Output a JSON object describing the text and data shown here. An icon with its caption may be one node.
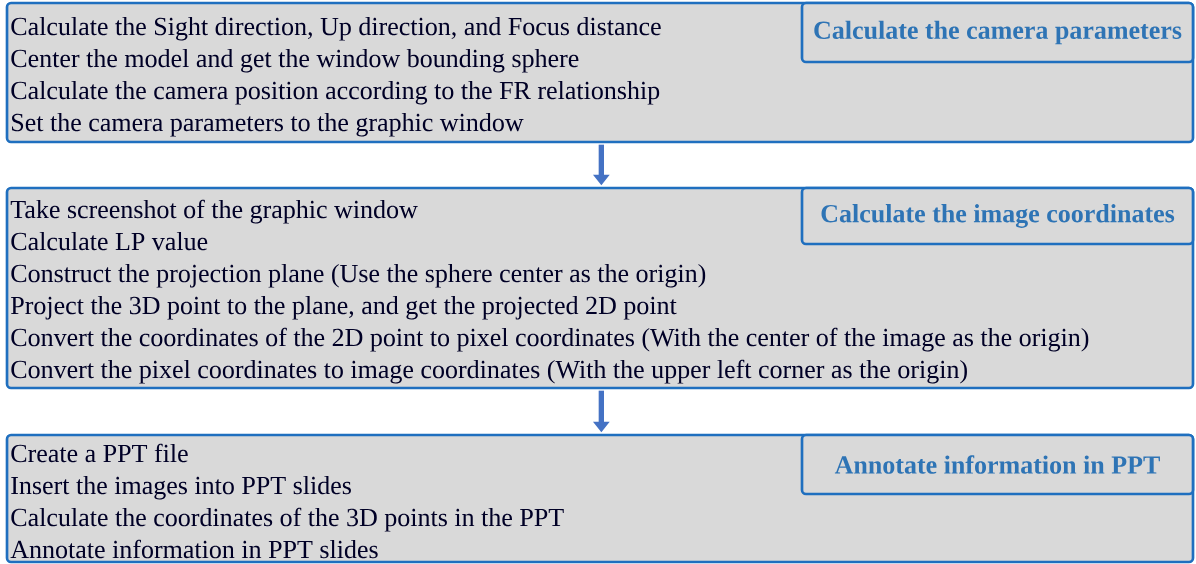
{
  "diagram": {
    "nodes": [
      {
        "text": [
          "Calculate the Sight direction, Up direction, and Focus distance",
          "Center the model and get the window bounding sphere",
          "Calculate the camera position according to the FR relationship",
          "Set the camera parameters to the graphic window"
        ]
      },
      {
        "text": [
          "Calculate the camera parameters"
        ],
        "in": 0
      },
      {
        "text": [
          "Take screenshot of the graphic window",
          "Calculate LP value",
          "Construct the projection plane (Use the sphere center as the origin)",
          "Project the 3D point to the plane, and get the projected 2D point",
          "Convert the coordinates of the 2D point to pixel coordinates (With the center of the image as the origin)",
          "Convert the pixel coordinates to image coordinates (With the upper left corner as the origin)"
        ]
      },
      {
        "text": [
          "Calculate the image coordinates"
        ],
        "in": 2
      },
      {
        "text": [
          "Create a PPT file",
          "Insert the images into PPT slides",
          "Calculate the coordinates of the 3D points in the PPT",
          "Annotate information in PPT slides"
        ]
      },
      {
        "text": [
          "Annotate information in PPT"
        ],
        "in": 4
      }
    ],
    "edges": [
      {
        "from": 0,
        "to": 2,
        "arrow": "to"
      },
      {
        "from": 2,
        "to": 4,
        "arrow": "to"
      }
    ]
  }
}
